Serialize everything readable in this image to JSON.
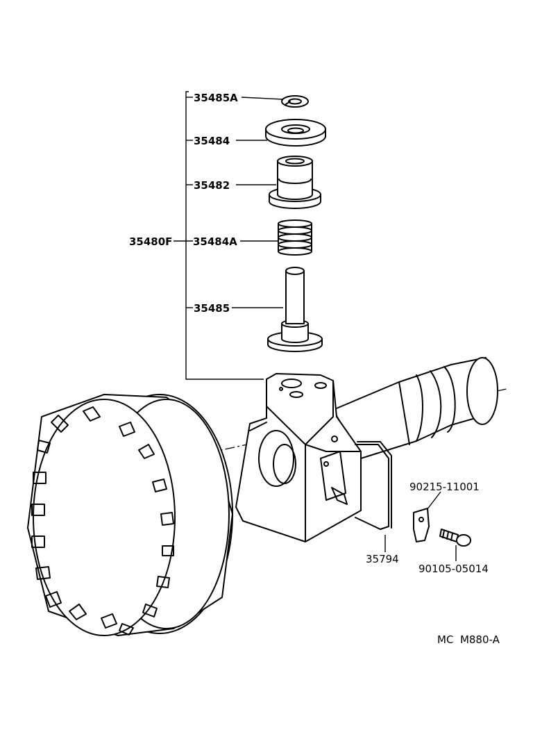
{
  "diagram": {
    "assembly_label": "35480F",
    "parts": [
      {
        "number": "35485A"
      },
      {
        "number": "35484"
      },
      {
        "number": "35482"
      },
      {
        "number": "35484A"
      },
      {
        "number": "35485"
      }
    ],
    "other_parts": {
      "spring_clip": "35794",
      "plate": "90215-11001",
      "bolt": "90105-05014"
    },
    "figure_code": "MC  M880-A"
  }
}
